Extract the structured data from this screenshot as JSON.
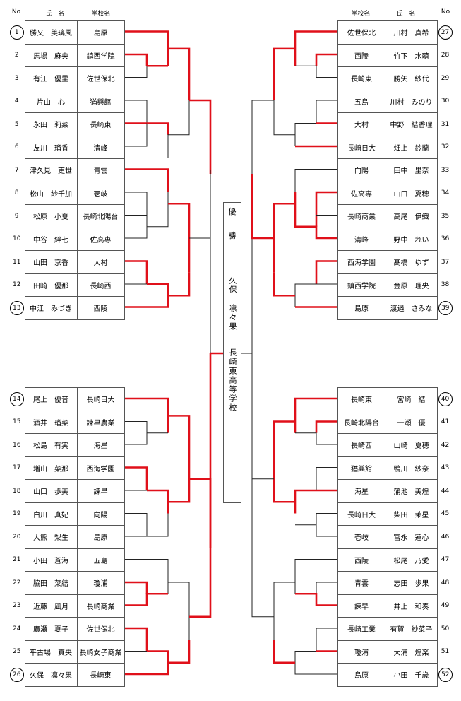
{
  "header": {
    "no": "No",
    "name": "氏　名",
    "school": "学校名"
  },
  "champion": {
    "label1": "優",
    "label2": "勝",
    "name": "久保　凛々果",
    "school": "長崎東高等学校"
  },
  "left_top": [
    {
      "no": "1",
      "name": "勝又　美璃風",
      "school": "島原",
      "circled": true
    },
    {
      "no": "2",
      "name": "馬場　麻央",
      "school": "鎮西学院"
    },
    {
      "no": "3",
      "name": "有江　優里",
      "school": "佐世保北"
    },
    {
      "no": "4",
      "name": "片山　心",
      "school": "猶興館"
    },
    {
      "no": "5",
      "name": "永田　莉菜",
      "school": "長崎東"
    },
    {
      "no": "6",
      "name": "友川　瑠香",
      "school": "清峰"
    },
    {
      "no": "7",
      "name": "津久見　吏世",
      "school": "青雲"
    },
    {
      "no": "8",
      "name": "松山　紗千加",
      "school": "壱岐"
    },
    {
      "no": "9",
      "name": "松原　小夏",
      "school": "長崎北陽台"
    },
    {
      "no": "10",
      "name": "中谷　絆七",
      "school": "佐高専"
    },
    {
      "no": "11",
      "name": "山田　京香",
      "school": "大村"
    },
    {
      "no": "12",
      "name": "田崎　優那",
      "school": "長崎西"
    },
    {
      "no": "13",
      "name": "中江　みづき",
      "school": "西陵",
      "circled": true
    }
  ],
  "left_bottom": [
    {
      "no": "14",
      "name": "尾上　優音",
      "school": "長崎日大",
      "circled": true
    },
    {
      "no": "15",
      "name": "酒井　瑠菜",
      "school": "諫早農業"
    },
    {
      "no": "16",
      "name": "松島　有実",
      "school": "海星"
    },
    {
      "no": "17",
      "name": "増山　菜那",
      "school": "西海学園"
    },
    {
      "no": "18",
      "name": "山口　歩美",
      "school": "諫早"
    },
    {
      "no": "19",
      "name": "白川　真妃",
      "school": "向陽"
    },
    {
      "no": "20",
      "name": "大熊　梨生",
      "school": "島原"
    },
    {
      "no": "21",
      "name": "小田　蒼海",
      "school": "五島"
    },
    {
      "no": "22",
      "name": "脇田　菜結",
      "school": "瓊浦"
    },
    {
      "no": "23",
      "name": "近藤　凪月",
      "school": "長崎商業"
    },
    {
      "no": "24",
      "name": "廣瀬　夏子",
      "school": "佐世保北"
    },
    {
      "no": "25",
      "name": "平古場　真央",
      "school": "長崎女子商業"
    },
    {
      "no": "26",
      "name": "久保　凛々果",
      "school": "長崎東",
      "circled": true
    }
  ],
  "right_top": [
    {
      "no": "27",
      "school": "佐世保北",
      "name": "川村　真希",
      "circled": true
    },
    {
      "no": "28",
      "school": "西陵",
      "name": "竹下　水萌"
    },
    {
      "no": "29",
      "school": "長崎東",
      "name": "勝矢　紗代"
    },
    {
      "no": "30",
      "school": "五島",
      "name": "川村　みのり"
    },
    {
      "no": "31",
      "school": "大村",
      "name": "中野　結香理"
    },
    {
      "no": "32",
      "school": "長崎日大",
      "name": "畑上　鈴蘭"
    },
    {
      "no": "33",
      "school": "向陽",
      "name": "田中　里奈"
    },
    {
      "no": "34",
      "school": "佐高専",
      "name": "山口　夏穂"
    },
    {
      "no": "35",
      "school": "長崎商業",
      "name": "高尾　伊織"
    },
    {
      "no": "36",
      "school": "清峰",
      "name": "野中　れい"
    },
    {
      "no": "37",
      "school": "西海学園",
      "name": "髙橋　ゆず"
    },
    {
      "no": "38",
      "school": "鎮西学院",
      "name": "金原　理央"
    },
    {
      "no": "39",
      "school": "島原",
      "name": "渡邉　さみな",
      "circled": true
    }
  ],
  "right_bottom": [
    {
      "no": "40",
      "school": "長崎東",
      "name": "宮崎　結",
      "circled": true
    },
    {
      "no": "41",
      "school": "長崎北陽台",
      "name": "一瀬　優"
    },
    {
      "no": "42",
      "school": "長崎西",
      "name": "山崎　夏穂"
    },
    {
      "no": "43",
      "school": "猶興館",
      "name": "鴨川　紗奈"
    },
    {
      "no": "44",
      "school": "海星",
      "name": "蒲池　美煌"
    },
    {
      "no": "45",
      "school": "長崎日大",
      "name": "柴田　茉星"
    },
    {
      "no": "46",
      "school": "壱岐",
      "name": "富永　蓮心"
    },
    {
      "no": "47",
      "school": "西陵",
      "name": "松尾　乃愛"
    },
    {
      "no": "48",
      "school": "青雲",
      "name": "志田　歩果"
    },
    {
      "no": "49",
      "school": "諫早",
      "name": "井上　和奏"
    },
    {
      "no": "50",
      "school": "長崎工業",
      "name": "有賀　紗菜子"
    },
    {
      "no": "51",
      "school": "瓊浦",
      "name": "大浦　煌楽"
    },
    {
      "no": "52",
      "school": "島原",
      "name": "小田　千歳",
      "circled": true
    }
  ]
}
